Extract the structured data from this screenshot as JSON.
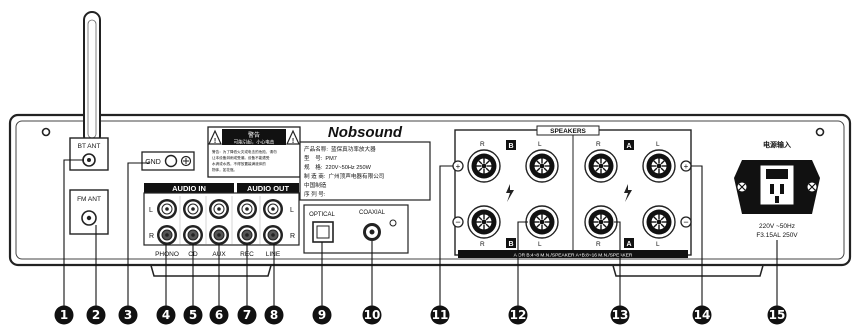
{
  "antenna": {
    "bt_ant": "BT ANT",
    "fm_ant": "FM ANT"
  },
  "gnd": "GND",
  "warning": {
    "title": "警告",
    "subtitle": "可能引起，小心电击",
    "lines": [
      "警告：为了降低火灾或电击的危险，请勿",
      "让本设备淋雨或受潮。设备不能遭受",
      "水滴或水溅，不得放置装满液体的",
      "物体，如花瓶。"
    ]
  },
  "brand": "Nobsound",
  "info": {
    "rows": [
      {
        "k": "产品名称:",
        "v": "蓝保真功率放大器"
      },
      {
        "k": "型　号:",
        "v": "PM7"
      },
      {
        "k": "规　格:",
        "v": "220V~50Hz 250W"
      },
      {
        "k": "制 造 商:",
        "v": "广州顶声电器有限公司"
      },
      {
        "k": "中国制造",
        "v": ""
      },
      {
        "k": "序 列 号:",
        "v": ""
      }
    ]
  },
  "audio_in": {
    "title": "AUDIO IN",
    "labels": [
      "PHONO",
      "CD",
      "AUX"
    ]
  },
  "audio_out": {
    "title": "AUDIO OUT",
    "labels": [
      "REC",
      "LINE"
    ]
  },
  "channel_l": "L",
  "channel_r": "R",
  "optical": "OPTICAL",
  "coaxial": "COAXIAL",
  "speakers": {
    "title": "SPEAKERS",
    "b": "B",
    "a": "A",
    "bottom_note": "A OR B:4~8 M.N./SPEAKER  A+B:8~16 M.N./SPEAKER"
  },
  "power": {
    "title": "电源输入",
    "rating": "220V ~50Hz",
    "fuse": "F3.15AL 250V"
  },
  "callouts": [
    "1",
    "2",
    "3",
    "4",
    "5",
    "6",
    "7",
    "8",
    "9",
    "10",
    "11",
    "12",
    "13",
    "14",
    "15"
  ]
}
